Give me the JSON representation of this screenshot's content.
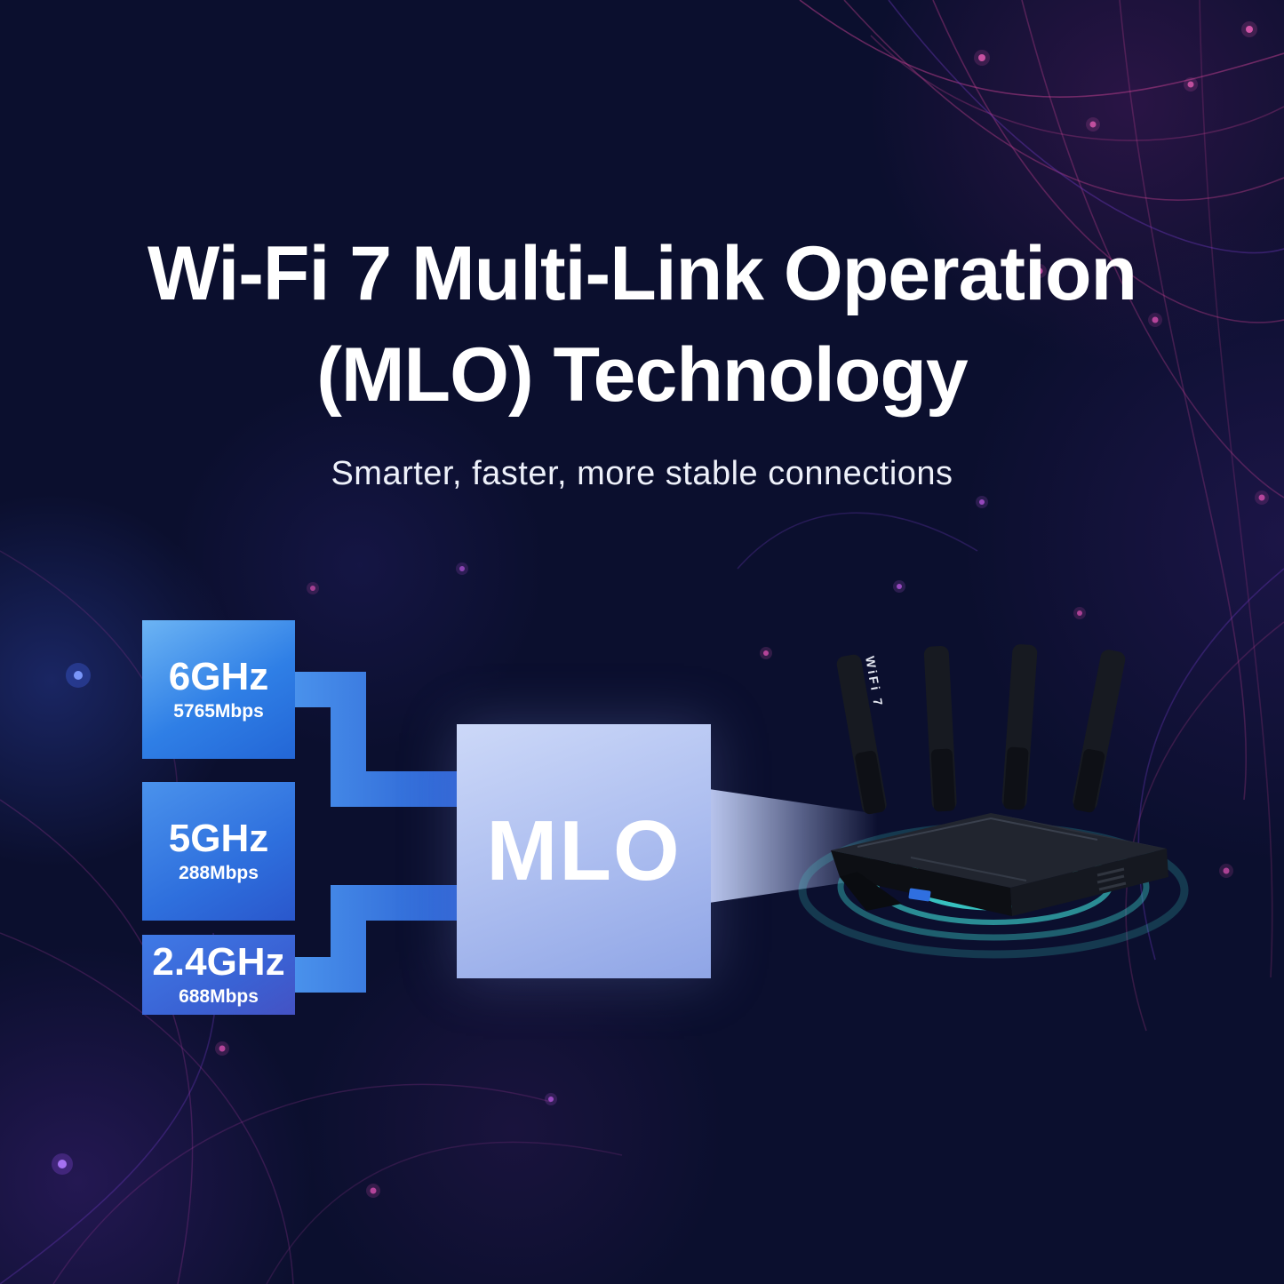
{
  "title": {
    "line1": "Wi-Fi 7 Multi-Link Operation",
    "line2": "(MLO) Technology"
  },
  "subtitle": "Smarter, faster, more stable connections",
  "diagram": {
    "bands": [
      {
        "label": "6GHz",
        "speed": "5765Mbps"
      },
      {
        "label": "5GHz",
        "speed": "288Mbps"
      },
      {
        "label": "2.4GHz",
        "speed": "688Mbps"
      }
    ],
    "hub_label": "MLO",
    "router_antenna_label": "WiFi 7"
  },
  "colors": {
    "background": "#0b0f2e",
    "band_blue": "#2f7fe6",
    "hub_lavender": "#aebff0",
    "ring_teal": "#3fe0d8",
    "net_magenta": "#c2408f",
    "net_purple": "#7b3fd4"
  }
}
